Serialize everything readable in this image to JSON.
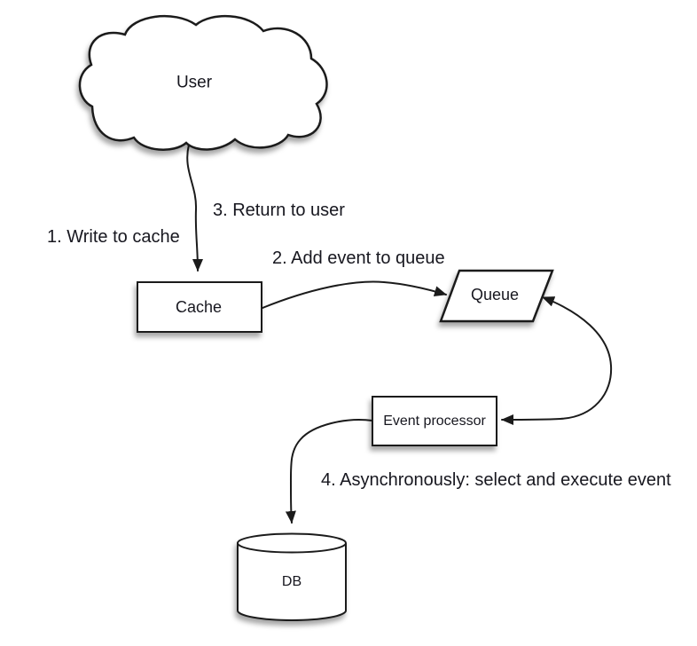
{
  "diagram": {
    "nodes": {
      "user": {
        "label": "User",
        "shape": "cloud"
      },
      "cache": {
        "label": "Cache",
        "shape": "rectangle"
      },
      "queue": {
        "label": "Queue",
        "shape": "parallelogram"
      },
      "event_processor": {
        "label": "Event processor",
        "shape": "rectangle"
      },
      "db": {
        "label": "DB",
        "shape": "cylinder"
      }
    },
    "labels": {
      "step1": "1. Write to cache",
      "step2": "2. Add event to queue",
      "step3": "3. Return to user",
      "step4": "4. Asynchronously: select and execute event"
    },
    "edges": [
      {
        "from": "user",
        "to": "cache",
        "direction": "one-way",
        "annotations": [
          "step1",
          "step3"
        ]
      },
      {
        "from": "cache",
        "to": "queue",
        "direction": "one-way",
        "annotations": [
          "step2"
        ]
      },
      {
        "from": "queue",
        "to": "event_processor",
        "direction": "two-way",
        "annotations": []
      },
      {
        "from": "event_processor",
        "to": "db",
        "direction": "one-way",
        "annotations": [
          "step4"
        ]
      }
    ],
    "colors": {
      "background": "#ffffff",
      "stroke": "#1b1b1b",
      "shape_fill": "#ffffff",
      "text": "#17171f",
      "shadow": "rgba(0,0,0,0.35)"
    }
  }
}
